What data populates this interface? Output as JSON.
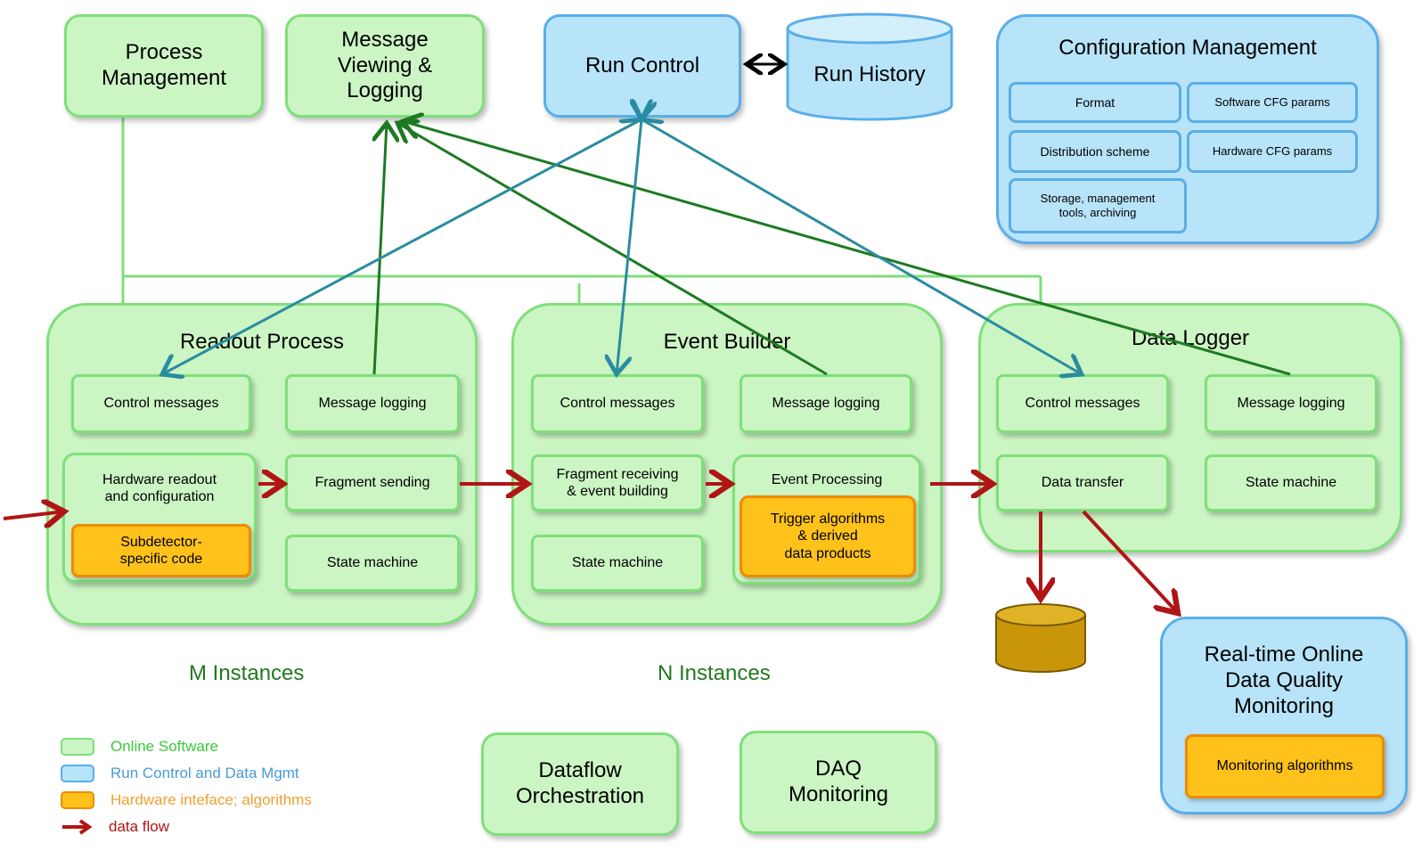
{
  "top": {
    "process_management": "Process\nManagement",
    "message_viewing": "Message\nViewing &\nLogging",
    "run_control": "Run Control",
    "run_history": "Run History"
  },
  "config": {
    "title": "Configuration Management",
    "format": "Format",
    "software_cfg": "Software CFG params",
    "distribution": "Distribution scheme",
    "hardware_cfg": "Hardware CFG params",
    "storage": "Storage, management\ntools, archiving"
  },
  "readout": {
    "title": "Readout Process",
    "control": "Control messages",
    "logging": "Message logging",
    "hardware": "Hardware readout\nand configuration",
    "subdetector": "Subdetector-\nspecific code",
    "fragment_sending": "Fragment sending",
    "state": "State machine"
  },
  "event_builder": {
    "title": "Event Builder",
    "control": "Control messages",
    "logging": "Message logging",
    "fragment_receiving": "Fragment receiving\n& event building",
    "event_processing": "Event Processing",
    "trigger": "Trigger algorithms\n& derived\ndata products",
    "state": "State machine"
  },
  "data_logger": {
    "title": "Data Logger",
    "control": "Control messages",
    "logging": "Message logging",
    "data_transfer": "Data transfer",
    "state": "State machine"
  },
  "instances": {
    "m": "M Instances",
    "n": "N Instances"
  },
  "dqm": {
    "title": "Real-time Online\nData Quality\nMonitoring",
    "algorithms": "Monitoring algorithms"
  },
  "bottom": {
    "dataflow": "Dataflow\nOrchestration",
    "daq": "DAQ\nMonitoring"
  },
  "legend": {
    "online": "Online Software",
    "run_control": "Run Control and Data Mgmt",
    "hardware": "Hardware inteface; algorithms",
    "data_flow": "data flow"
  },
  "colors": {
    "green_fill": "#ccf5c4",
    "green_border": "#7ee07a",
    "blue_fill": "#b8e4fa",
    "blue_border": "#5aaee8",
    "orange_fill": "#ffc21a",
    "data_flow_arrow": "#b01515",
    "logging_arrow": "#1e7a22",
    "control_arrow": "#2a8ca0"
  }
}
